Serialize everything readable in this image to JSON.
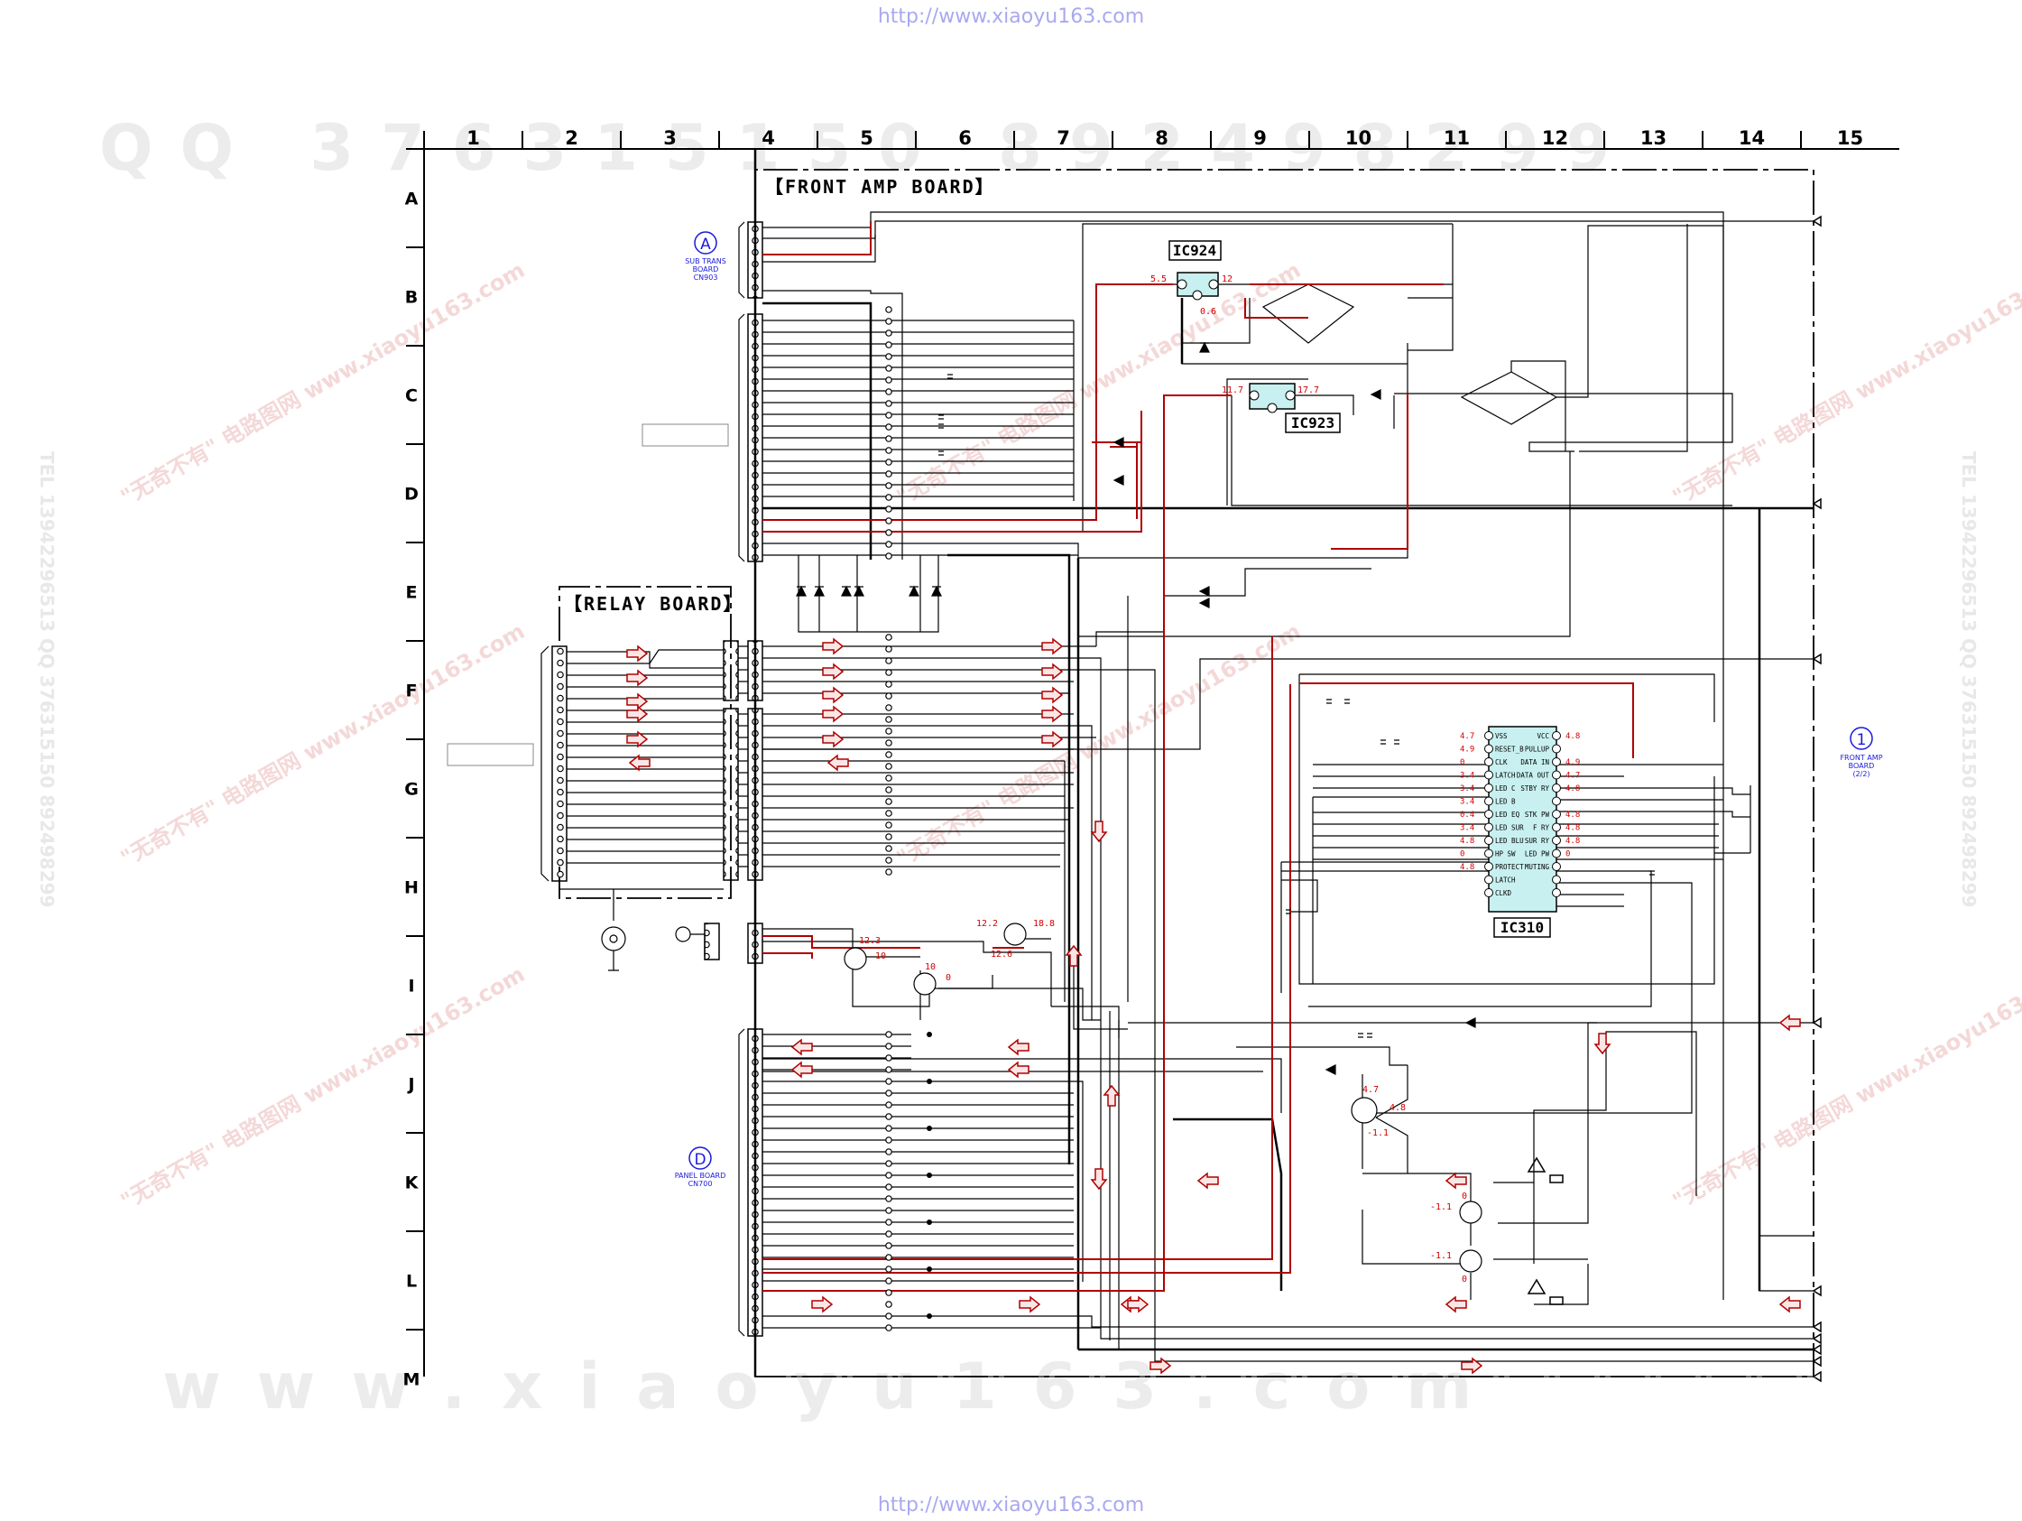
{
  "header_url": "http://www.xiaoyu163.com",
  "footer_url": "http://www.xiaoyu163.com",
  "watermark": {
    "top": "QQ 376315150 892498299",
    "bottom": "www.xiaoyu163.com",
    "diagonal": "\"无奇不有\" 电路图网 www.xiaoyu163.com",
    "side_left": "TEL 13942296513 QQ 376315150 892498299",
    "side_right": "TEL 13942296513 QQ 376315150 892498299"
  },
  "grid": {
    "columns": [
      "1",
      "2",
      "3",
      "4",
      "5",
      "6",
      "7",
      "8",
      "9",
      "10",
      "11",
      "12",
      "13",
      "14",
      "15"
    ],
    "rows": [
      "A",
      "B",
      "C",
      "D",
      "E",
      "F",
      "G",
      "H",
      "I",
      "J",
      "K",
      "L",
      "M"
    ]
  },
  "boards": {
    "front_amp": "【FRONT AMP BOARD】",
    "relay": "【RELAY BOARD】"
  },
  "connectors": {
    "a": {
      "mark": "A",
      "lines": [
        "SUB TRANS",
        "BOARD",
        "CN903"
      ]
    },
    "d": {
      "mark": "D",
      "lines": [
        "PANEL BOARD",
        "CN700"
      ]
    },
    "one": {
      "mark": "1",
      "lines": [
        "FRONT AMP",
        "BOARD",
        "(2/2)"
      ]
    }
  },
  "ics": {
    "ic924": {
      "name": "IC924",
      "v_in": "5.5",
      "v_out": "12",
      "v_gnd": "0.6"
    },
    "ic923": {
      "name": "IC923",
      "v_in": "11.7",
      "v_out": "17.7"
    },
    "ic310": {
      "name": "IC310",
      "left_pins": [
        "VSS",
        "RESET_B",
        "CLK",
        "LATCH",
        "LED C",
        "LED B",
        "LED EQ",
        "LED SUR",
        "LED BLU",
        "HP SW",
        "PROTECT",
        "LATCH",
        "CLKD"
      ],
      "right_pins": [
        "VCC",
        "PULLUP",
        "DATA IN",
        "DATA OUT",
        "STBY RY",
        "",
        "STK PW",
        "F RY",
        "SUR RY",
        "LED PW",
        "MUTING",
        "",
        ""
      ],
      "left_volts": [
        "4.7",
        "4.9",
        "0",
        "3.4",
        "3.4",
        "3.4",
        "0.4",
        "3.4",
        "4.8",
        "0",
        "4.8",
        "",
        ""
      ],
      "right_volts": [
        "4.8",
        "",
        "4.9",
        "4.7",
        "4.8",
        "",
        "4.8",
        "4.8",
        "4.8",
        "0",
        "",
        "",
        ""
      ]
    }
  },
  "transistor_volts": {
    "q1_b": "12.3",
    "q1_e": "10",
    "q2_b": "10",
    "q2_c": "0",
    "q3_b": "12.2",
    "q3_c": "18.8",
    "q3_e": "12.6",
    "q4_b": "4.7",
    "q4_c": "4.8",
    "q4_e": "-1.1",
    "q5_b": "-1.1",
    "q5_c": "0",
    "q6_b": "-1.1",
    "q6_c": "0"
  },
  "colors": {
    "wire": "#000000",
    "power": "#b00000",
    "ic_fill": "#c8f0f0",
    "note": "#d00000",
    "link": "#0000cc"
  }
}
